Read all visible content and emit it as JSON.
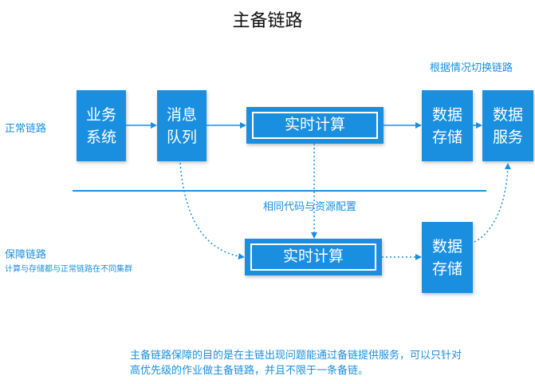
{
  "title": "主备链路",
  "labels": {
    "normal_link": "正常链路",
    "switch_hint": "根据情况切换链路",
    "backup_link": "保障链路",
    "backup_sub": "计算与存储都与正常链路在不同集群",
    "shared_config": "相同代码与资源配置"
  },
  "top_row": {
    "business_system": [
      "业务",
      "系统"
    ],
    "message_queue": [
      "消息",
      "队列"
    ],
    "realtime_compute": "实时计算",
    "data_storage": [
      "数据",
      "存储"
    ],
    "data_service": [
      "数据",
      "服务"
    ]
  },
  "bottom_row": {
    "realtime_compute": "实时计算",
    "data_storage": [
      "数据",
      "存储"
    ]
  },
  "note": [
    "主备链路保障的目的是在主链出现问题能通过备链提供服务，可以只针对",
    "高优先级的作业做主备链路，并且不限于一条备链。"
  ],
  "colors": {
    "accent": "#1a8fe0",
    "title": "#111111",
    "background": "#ffffff"
  }
}
